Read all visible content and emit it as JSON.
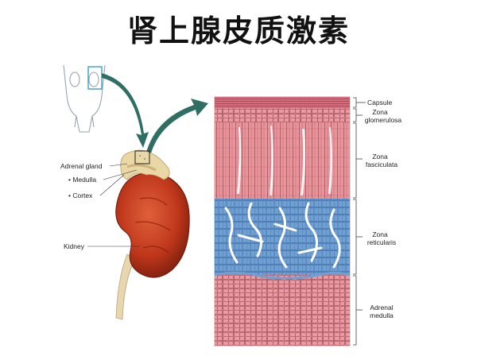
{
  "title": "肾上腺皮质激素",
  "left_labels": {
    "adrenal_gland": "Adrenal gland",
    "medulla": "• Medulla",
    "cortex": "• Cortex",
    "kidney": "Kidney"
  },
  "right_labels": {
    "capsule": "Capsule",
    "glomerulosa_1": "Zona",
    "glomerulosa_2": "glomerulosa",
    "fasciculata_1": "Zona",
    "fasciculata_2": "fasciculata",
    "reticularis_1": "Zona",
    "reticularis_2": "reticularis",
    "medulla_1": "Adrenal",
    "medulla_2": "medulla"
  },
  "colors": {
    "kidney": "#c0381c",
    "adrenal": "#e9d8a6",
    "pink_tissue": "#e8949a",
    "blue_tissue": "#6f9fd3",
    "arrow": "#2f6e63"
  }
}
